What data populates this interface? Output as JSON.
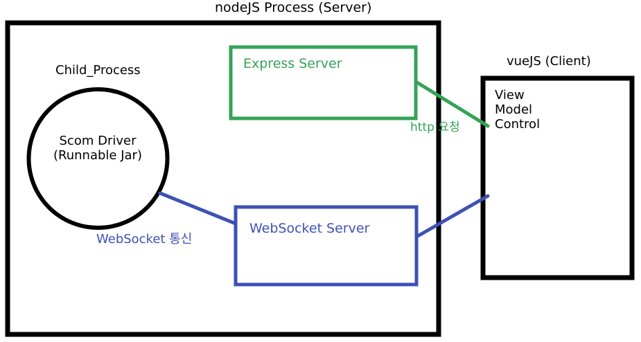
{
  "diagram": {
    "title": "nodeJS Process (Server)",
    "colors": {
      "black": "#000000",
      "green": "#34a356",
      "blue": "#3d51b5",
      "background": "#ffffff"
    },
    "server_container": {
      "label": "nodeJS Process (Server)",
      "border_color": "#000000"
    },
    "client_container": {
      "label": "vueJS (Client)",
      "border_color": "#000000",
      "items_text": "View\nModel\nControl",
      "items": [
        "View",
        "Model",
        "Control"
      ]
    },
    "nodes": [
      {
        "id": "child-process",
        "caption": "Child_Process",
        "shape": "circle",
        "text": "Scom Driver\n(Runnable Jar)",
        "lines": [
          "Scom Driver",
          "(Runnable Jar)"
        ],
        "color": "#000000"
      },
      {
        "id": "express-server",
        "shape": "rectangle",
        "text": "Express Server",
        "color": "#34a356"
      },
      {
        "id": "websocket-server",
        "shape": "rectangle",
        "text": "WebSocket Server",
        "color": "#3d51b5"
      }
    ],
    "connectors": [
      {
        "id": "http-request",
        "label": "http 요청",
        "color": "#34a356",
        "from": "express-server",
        "to": "vuejs-client"
      },
      {
        "id": "websocket-comm",
        "label": "WebSocket 통신",
        "color": "#3d51b5",
        "from": "child-process",
        "to": "websocket-server"
      },
      {
        "id": "websocket-client-link",
        "label": "",
        "color": "#3d51b5",
        "from": "websocket-server",
        "to": "vuejs-client"
      }
    ]
  }
}
